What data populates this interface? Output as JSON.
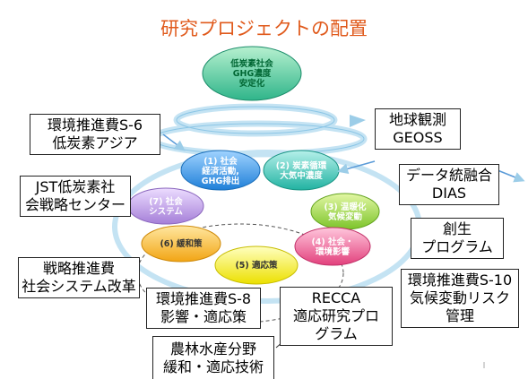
{
  "title": "研究プロジェクトの配置",
  "top_ellipse": {
    "l1": "低炭素社会",
    "l2": "GHG濃度",
    "l3": "安定化"
  },
  "nodes": [
    {
      "l1": "(1) 社会",
      "l2": "経済活動,",
      "l3": "GHG排出",
      "color": "#2f8fe0"
    },
    {
      "l1": "(2) 炭素循環",
      "l2": "大気中濃度",
      "l3": "",
      "color": "#2ec0b0"
    },
    {
      "l1": "(3) 温暖化",
      "l2": "気候変動",
      "l3": "",
      "color": "#8fd43c"
    },
    {
      "l1": "(4) 社会・",
      "l2": "環境影響",
      "l3": "",
      "color": "#e8508a"
    },
    {
      "l1": "(5) 適応策",
      "l2": "",
      "l3": "",
      "color": "#f2e818"
    },
    {
      "l1": "(6) 緩和策",
      "l2": "",
      "l3": "",
      "color": "#f5b21a"
    },
    {
      "l1": "(7) 社会",
      "l2": "システム",
      "l3": "",
      "color": "#b48ce0"
    }
  ],
  "boxes": {
    "s6": {
      "l1": "環境推進費S-6",
      "l2": "低炭素アジア"
    },
    "geoss": {
      "l1": "地球観測",
      "l2": "GEOSS"
    },
    "jst": {
      "l1": "JST低炭素社",
      "l2": "会戦略センター"
    },
    "dias": {
      "l1": "データ統融合",
      "l2": "DIAS"
    },
    "sousei": {
      "l1": "創生",
      "l2": "プログラム"
    },
    "senryaku": {
      "l1": "戦略推進費",
      "l2": "社会システム改革"
    },
    "s8": {
      "l1": "環境推進費S-8",
      "l2": "影響・適応策"
    },
    "recca": {
      "l1": "RECCA",
      "l2": "適応研究プロ",
      "l3": "グラム"
    },
    "s10": {
      "l1": "環境推進費S-10",
      "l2": "気候変動リスク",
      "l3": "管理"
    },
    "nourin": {
      "l1": "農林水産分野",
      "l2": "緩和・適応技術"
    }
  },
  "colors": {
    "title": "#e05a1c",
    "cycle_arrow": "#9ccde8",
    "top_ellipse": "#3fc79a"
  }
}
